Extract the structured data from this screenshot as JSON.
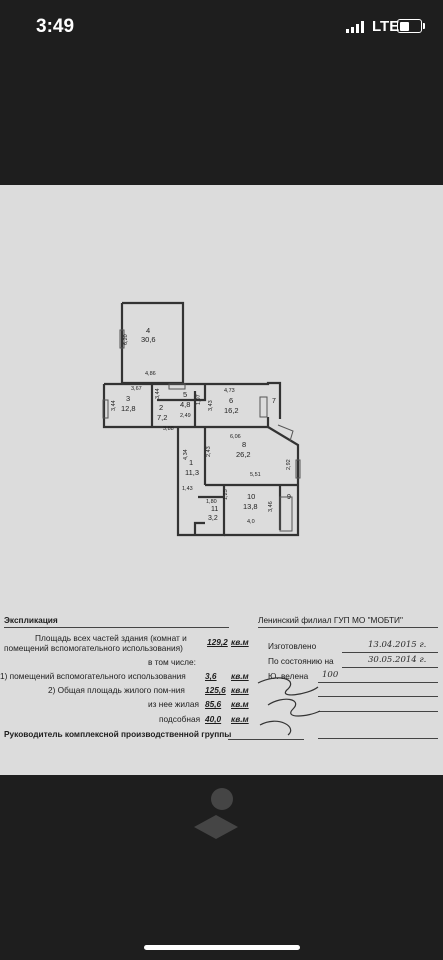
{
  "status_bar": {
    "time": "3:49",
    "network": "LTE",
    "signal_bars": 4,
    "battery_level": 0.55
  },
  "plan": {
    "rooms": [
      {
        "num": "4",
        "area": "30,6"
      },
      {
        "num": "3",
        "area": "12,8"
      },
      {
        "num": "5",
        "area": "4,8"
      },
      {
        "num": "6",
        "area": "16,2"
      },
      {
        "num": "2",
        "area": "7,2"
      },
      {
        "num": "8",
        "area": "26,2"
      },
      {
        "num": "1",
        "area": "11,3"
      },
      {
        "num": "10",
        "area": "13,8"
      },
      {
        "num": "11",
        "area": "3,2"
      },
      {
        "num": "7",
        "area": ""
      },
      {
        "num": "9",
        "area": ""
      }
    ],
    "dims": [
      "6,20",
      "4,86",
      "3,67",
      "3,44",
      "3,44",
      "1,97",
      "4,73",
      "3,43",
      "3,88",
      "2,49",
      "6,06",
      "2,43",
      "2,92",
      "5,51",
      "4,34",
      "1,25",
      "1,80",
      "3,46",
      "4,0",
      "1,43"
    ]
  },
  "explication": {
    "title": "Экспликация",
    "org": "Ленинский филиал ГУП МО \"МОБТИ\"",
    "total_label_1": "Площадь всех частей здания (комнат и",
    "total_label_2": "помещений вспомогательного использования)",
    "total_value": "129,2",
    "unit": "кв.м",
    "incl_label": "в том числе:",
    "aux_label": "1) помещений вспомогательного использования",
    "aux_value": "3,6",
    "living_total_label": "2) Общая площадь жилого пом-ния",
    "living_total_value": "125,6",
    "living_label": "из нее жилая",
    "living_value": "85,6",
    "utility_label": "подсобная",
    "utility_value": "40,0",
    "head_label": "Руководитель комплексной производственной группы",
    "made_label": "Изготовлено",
    "made_date": "13.04.2015 г.",
    "state_label": "По состоянию на",
    "state_date": "30.05.2014 г.",
    "r3_label": "Ю. велена",
    "r3_value": "100    "
  }
}
